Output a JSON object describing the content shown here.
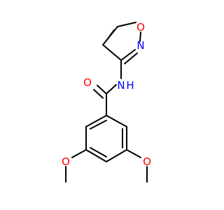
{
  "structure": {
    "colors": {
      "bond": "#000000",
      "oxygen": "#ff0000",
      "nitrogen": "#0000ff",
      "background": "#ffffff"
    },
    "atoms": {
      "o_isoxazole": "O",
      "n_isoxazole": "N",
      "n_amide": "N",
      "h_amide": "H",
      "o_carbonyl": "O",
      "o_methoxy_left": "O",
      "o_methoxy_right": "O"
    }
  }
}
